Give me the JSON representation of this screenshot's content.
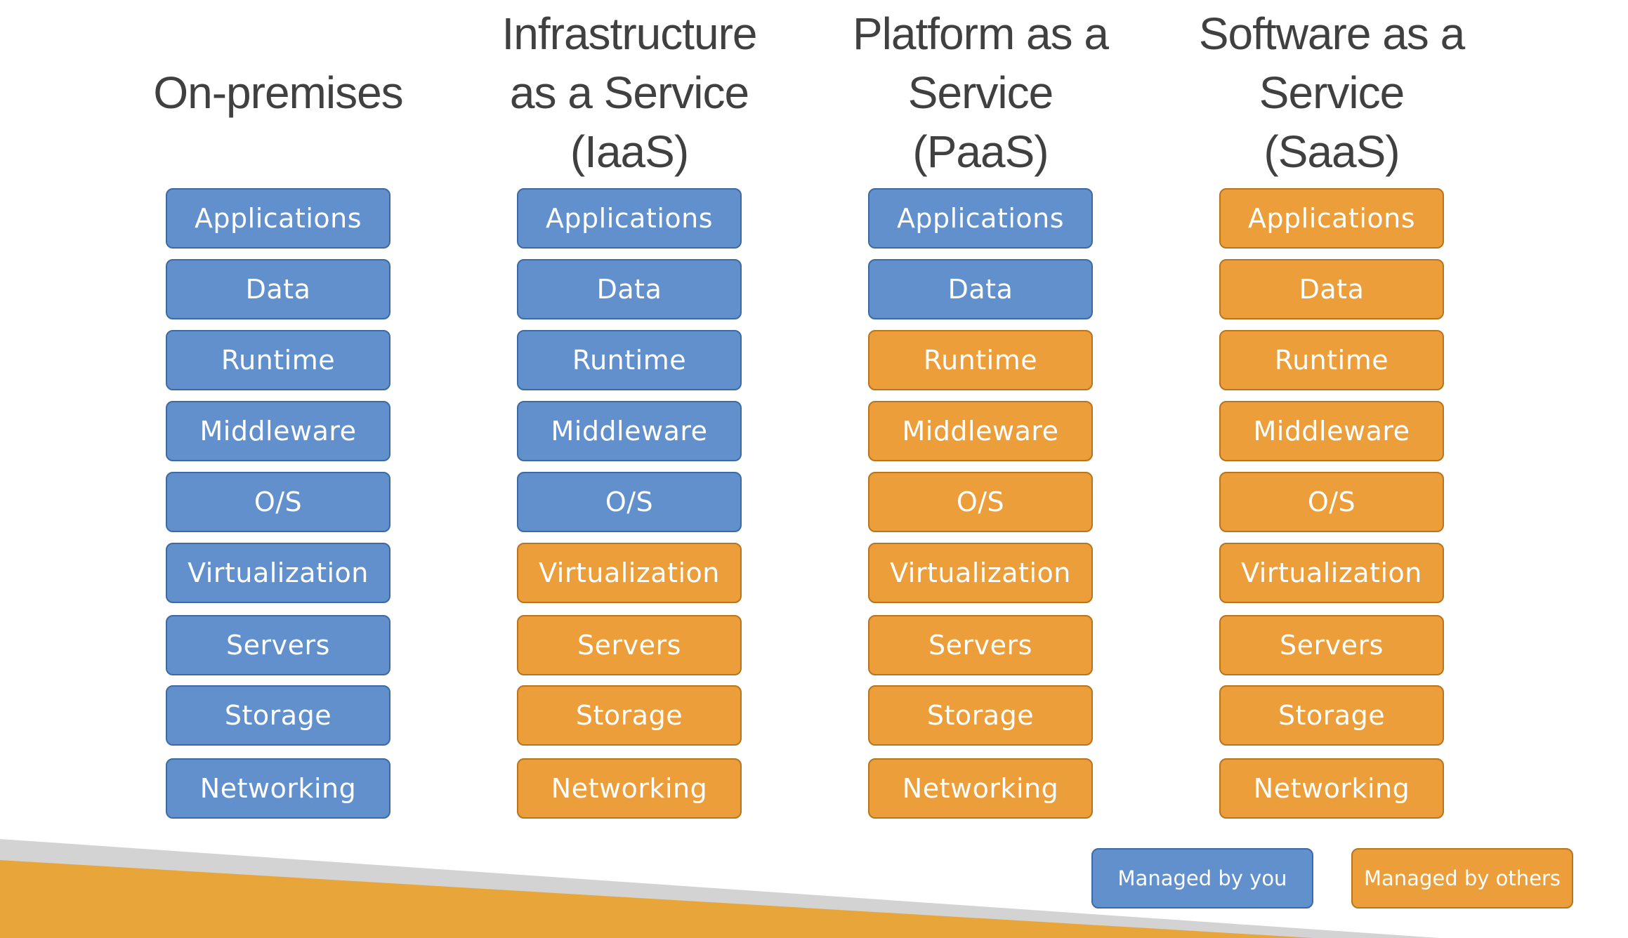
{
  "columns": [
    {
      "title": [
        "On-premises"
      ],
      "layers": [
        {
          "label": "Applications",
          "managed_by": "you"
        },
        {
          "label": "Data",
          "managed_by": "you"
        },
        {
          "label": "Runtime",
          "managed_by": "you"
        },
        {
          "label": "Middleware",
          "managed_by": "you"
        },
        {
          "label": "O/S",
          "managed_by": "you"
        },
        {
          "label": "Virtualization",
          "managed_by": "you"
        },
        {
          "label": "Servers",
          "managed_by": "you"
        },
        {
          "label": "Storage",
          "managed_by": "you"
        },
        {
          "label": "Networking",
          "managed_by": "you"
        }
      ]
    },
    {
      "title": [
        "Infrastructure",
        "as a Service",
        "(IaaS)"
      ],
      "layers": [
        {
          "label": "Applications",
          "managed_by": "you"
        },
        {
          "label": "Data",
          "managed_by": "you"
        },
        {
          "label": "Runtime",
          "managed_by": "you"
        },
        {
          "label": "Middleware",
          "managed_by": "you"
        },
        {
          "label": "O/S",
          "managed_by": "you"
        },
        {
          "label": "Virtualization",
          "managed_by": "others"
        },
        {
          "label": "Servers",
          "managed_by": "others"
        },
        {
          "label": "Storage",
          "managed_by": "others"
        },
        {
          "label": "Networking",
          "managed_by": "others"
        }
      ]
    },
    {
      "title": [
        "Platform as a",
        "Service",
        "(PaaS)"
      ],
      "layers": [
        {
          "label": "Applications",
          "managed_by": "you"
        },
        {
          "label": "Data",
          "managed_by": "you"
        },
        {
          "label": "Runtime",
          "managed_by": "others"
        },
        {
          "label": "Middleware",
          "managed_by": "others"
        },
        {
          "label": "O/S",
          "managed_by": "others"
        },
        {
          "label": "Virtualization",
          "managed_by": "others"
        },
        {
          "label": "Servers",
          "managed_by": "others"
        },
        {
          "label": "Storage",
          "managed_by": "others"
        },
        {
          "label": "Networking",
          "managed_by": "others"
        }
      ]
    },
    {
      "title": [
        "Software as a",
        "Service",
        "(SaaS)"
      ],
      "layers": [
        {
          "label": "Applications",
          "managed_by": "others"
        },
        {
          "label": "Data",
          "managed_by": "others"
        },
        {
          "label": "Runtime",
          "managed_by": "others"
        },
        {
          "label": "Middleware",
          "managed_by": "others"
        },
        {
          "label": "O/S",
          "managed_by": "others"
        },
        {
          "label": "Virtualization",
          "managed_by": "others"
        },
        {
          "label": "Servers",
          "managed_by": "others"
        },
        {
          "label": "Storage",
          "managed_by": "others"
        },
        {
          "label": "Networking",
          "managed_by": "others"
        }
      ]
    }
  ],
  "legend": {
    "you": "Managed by you",
    "others": "Managed by others"
  },
  "colors": {
    "managed_by_you": "#6190cd",
    "managed_by_you_border": "#3d6aa3",
    "managed_by_others": "#eb9e3a",
    "managed_by_others_border": "#b8741f",
    "title_text": "#404040",
    "band_gray": "#d3d3d3",
    "band_orange": "#e8a63a"
  }
}
